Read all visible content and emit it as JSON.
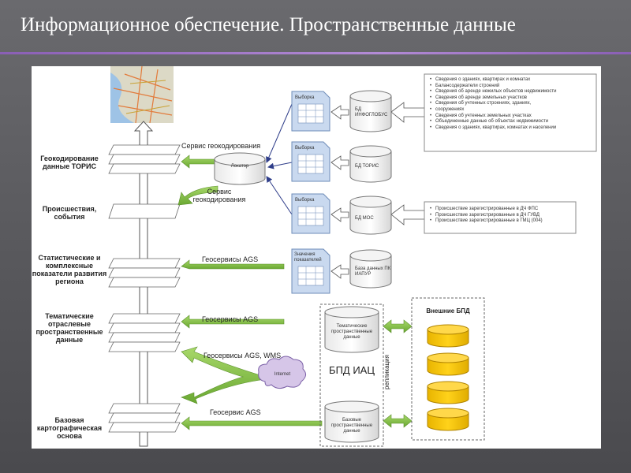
{
  "title": "Информационное обеспечение. Пространственные данные",
  "left_labels": {
    "geocoding": "Геокодирование данные ТОРИС",
    "incidents": "Происшествия, события",
    "stats": "Статистические и комплексные показатели развития региона",
    "thematic": "Тематические отраслевые пространственные данные",
    "base": "Базовая картографическая основа"
  },
  "arrows": {
    "geocoding_service_1": "Сервис геокодирования",
    "geocoding_service_2": "Сервис геокодирования",
    "geoservices_1": "Геосервисы AGS",
    "geoservices_2": "Геосервисы AGS",
    "geoservices_wms": "Геосервисы AGS, WMS",
    "geoservice_base": "Геосервис AGS"
  },
  "locator": "Локатор",
  "internet": "Internet",
  "databases": {
    "inf": "БД ИНФОГЛОБУС",
    "toris": "БД ТОРИС",
    "mos": "БД МОС",
    "ik": "База данных ПК ИАПУР",
    "thematic": "Тематические пространственные данные",
    "base": "Базовые пространственные данные"
  },
  "docs": {
    "d1": "Выборка",
    "d2": "Выборка",
    "d3": "Выборка",
    "d4": "Значения показателей"
  },
  "bpd_iac": "БПД ИАЦ",
  "replication": "репликация",
  "external_bpd": "Внешние БПД",
  "list_top": [
    "Сведения о зданиях, квартирах и комнатах",
    "Балансодержатели строений",
    "Сведения об аренде нежилых объектов недвижимости",
    "Сведения об аренде земельных участков",
    "Сведения об учтенных строениях, зданиях,",
    "сооружениях",
    "Сведения об учтенных земельных участках",
    "Объединенные данные об объектах недвижимости",
    "Сведения о зданиях, квартирах, комнатах и населении"
  ],
  "list_mid": [
    "Происшествие зарегистрированные в ДЧ ФПС",
    "Происшествие зарегистрированные в ДЧ ГУВД",
    "Происшествие зарегистрированные в ГМЦ (004)"
  ],
  "colors": {
    "arrow_green": "#7fbf3f",
    "db_yellow": "#f5c400",
    "doc_blue": "#c9d9ef",
    "arrow_blue": "#2f3e8a"
  }
}
